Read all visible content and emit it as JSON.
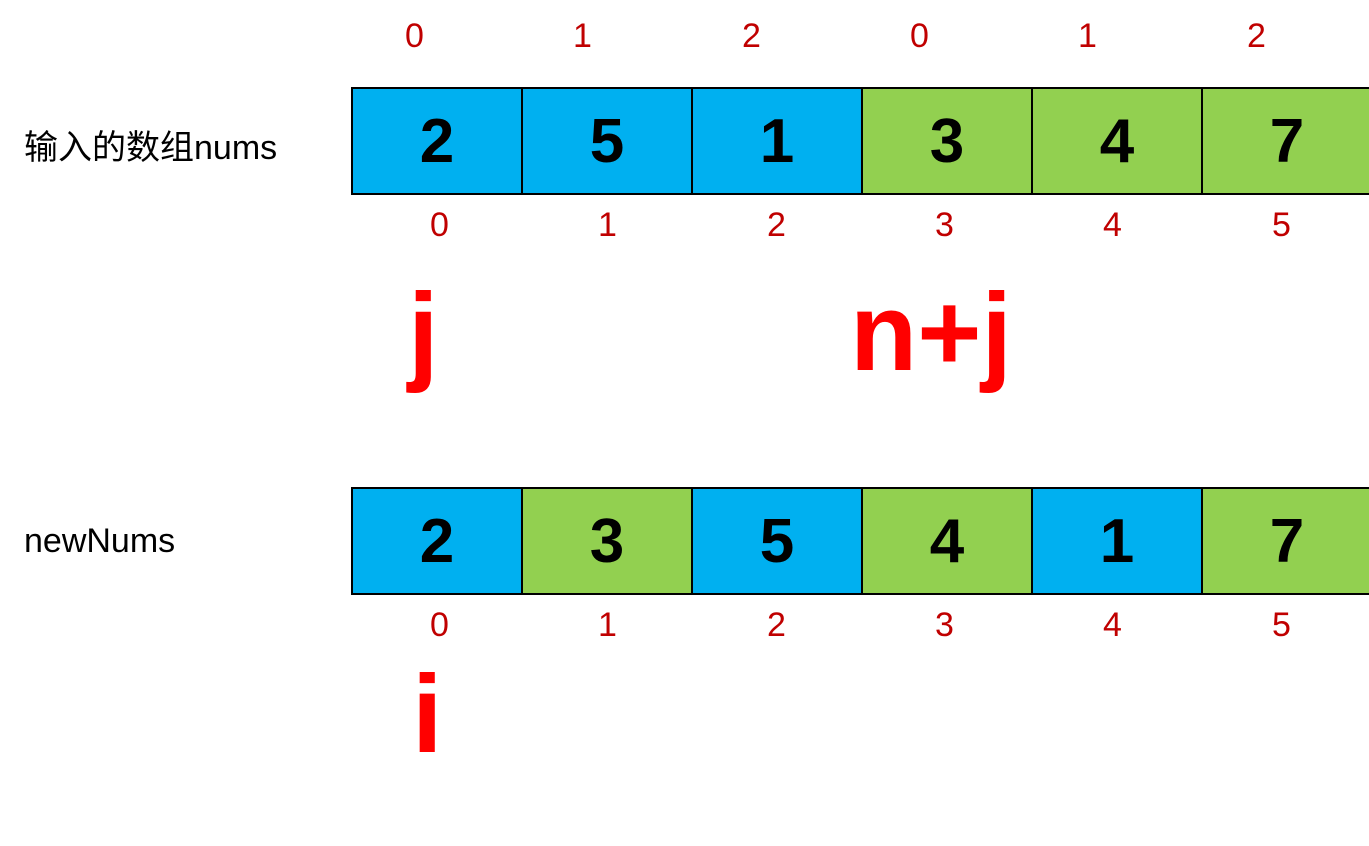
{
  "mod_indices": [
    "0",
    "1",
    "2",
    "0",
    "1",
    "2"
  ],
  "nums": {
    "label": "输入的数组nums",
    "values": [
      "2",
      "5",
      "1",
      "3",
      "4",
      "7"
    ],
    "colors": [
      "#00b0f0",
      "#00b0f0",
      "#00b0f0",
      "#92d050",
      "#92d050",
      "#92d050"
    ],
    "indices": [
      "0",
      "1",
      "2",
      "3",
      "4",
      "5"
    ]
  },
  "pointers": {
    "j": "j",
    "n_plus_j": "n+j",
    "i": "i"
  },
  "newNums": {
    "label": "newNums",
    "values": [
      "2",
      "3",
      "5",
      "4",
      "1",
      "7"
    ],
    "colors": [
      "#00b0f0",
      "#92d050",
      "#00b0f0",
      "#92d050",
      "#00b0f0",
      "#92d050"
    ],
    "indices": [
      "0",
      "1",
      "2",
      "3",
      "4",
      "5"
    ]
  }
}
